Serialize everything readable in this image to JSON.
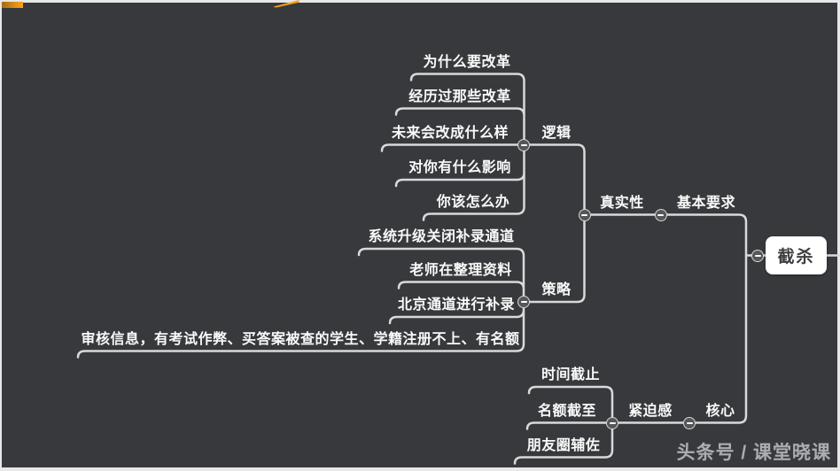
{
  "colors": {
    "background": "#37393c",
    "frame": "#e8e8e8",
    "line": "#d9d9d9",
    "topic_text": "#fafafa",
    "root_fill": "#ffffff",
    "root_text": "#3a3d40",
    "watermark": "#abaeb1",
    "accent_orange": "#f2a41c"
  },
  "map": {
    "root": "截杀",
    "basic": {
      "label": "基本要求",
      "authenticity": {
        "label": "真实性",
        "logic": {
          "label": "逻辑",
          "items": [
            "为什么要改革",
            "经历过那些改革",
            "未来会改成什么样",
            "对你有什么影响",
            "你该怎么办"
          ]
        },
        "strategy": {
          "label": "策略",
          "items": [
            "系统升级关闭补录通道",
            "老师在整理资料",
            "北京通道进行补录",
            "审核信息，有考试作弊、买答案被查的学生、学籍注册不上、有名额"
          ]
        }
      }
    },
    "core": {
      "label": "核心",
      "urgency": {
        "label": "紧迫感",
        "items": [
          "时间截止",
          "名额截至",
          "朋友圈辅佐"
        ]
      }
    }
  },
  "watermark": {
    "text": "头条号 / 课堂晓课"
  }
}
